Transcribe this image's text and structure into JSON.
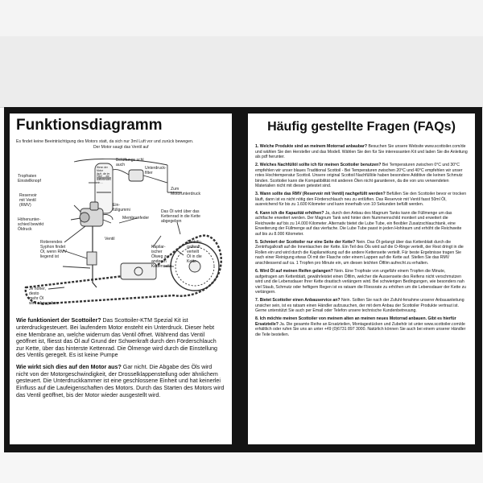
{
  "left_page": {
    "title": "Funktionsdiagramm",
    "intro_note": "Es findet keine Beeinträchtigung des Motors statt, da sich nur 3ml Luft vor und zurück bewegen.",
    "diagram_labels": {
      "motor_saugt": "Der Motor saugt das Ventil auf",
      "tropfraten": "Tropfraten\nEinstellknopf",
      "reservoir": "Reservoir\nmit Ventil\n(RMV)",
      "belueftung": "Belüftungs schl\nauch",
      "unterdruckfilter": "Unterdruck-\nfilter",
      "motorunterdruck": "Zum\nMotorunterdruck",
      "hoehenunterschied": "Höhenunter-\nschied bewirkt\nÖldruck",
      "fuellschlauch": "Ein-\nfüllgummi",
      "membranfeder": "Membranfeder",
      "kettenrad": "Das Öl wird über das\nKettenrad in die Kette\nabgegeben",
      "ventil": "Ventil",
      "syphon": "Rotierendes\nSyphon findet\nÖl, wenn RMV\nliegend ist",
      "kapillar": "Kapilar-\nischer\nÖlweg zur\nanderen\nKettenseite",
      "zentrifugal": "Zentrifu-\ngalkraft\nverteilt\nÖl in die\nKette",
      "je_hoeher": "Je höher,\ndesto\nmehr Öl\nwird abgegeben",
      "tank_side_text": "Wenn der Motor\nläuft, die im\nFilter ... die\nauftretenden\nein ..."
    },
    "section1": {
      "question": "Wie funktioniert der Scottoiler?",
      "answer": "Das Scottoiler-KTM Spezial Kit ist unterdruckgesteuert. Bei laufendem Motor ensteht ein Unterdruck. Dieser hebt eine Membrane an, welche widerrum das Ventil öffnet. Während das Ventil geöffnet ist, fliesst das Öl auf Grund der Schwerkraft durch den Förderschlauch zur Kette, über das hinterste Kettenrad. Die Ölmenge wird durch die Einstellung des Ventils geregelt. Es ist keine Pumpe"
    },
    "section2": {
      "question": "Wie wirkt sich dies auf den Motor aus?",
      "answer": "Gar nicht. Die Abgabe des Öls wird nicht von der Motorgeschwindigkeit, der Drosselklappenstellung oder ähnlichem gesteuert. Die Unterdruckkammer ist eine geschlossene Einheit und hat keinerlei Einfluss auf die Laufeigenschaften des Motors. Durch das Starten des Motors wird das Ventil geöffnet, bis der Motor wieder ausgestellt wird."
    }
  },
  "right_page": {
    "title": "Häufig gestellte Fragen (FAQs)",
    "faqs": [
      {
        "q": "1.  Welche Produkte sind an meinem Motorrad anbaubar?",
        "a": "Besuchen Sie unsere Website www.scottoiler.com/de und wählen Sie den Hersteller und das Modell. Wählen Sie den für Sie interessanten Kit und laden Sie die Anleitung als pdf herunter."
      },
      {
        "q": "2.  Welches Nachfüllöl sollte ich für meinen Scottoiler benutzen?",
        "a": "Bei Temperaturen zwischen 0°C und 30°C empfehlen wir unser blaues Traditional Scottoil - Bei Temperaturen zwischen 20°C und 40°C empfehlen wir unser rotes Hochtemperatur Scottoil. Unsere original Scottoil Nachfüllöle haben besondere Additive die keinen Schmutz binden. Scottoiler kann die Kompatibilität mit anderen Ölen nicht garantieren, da die von uns verwendeten Materialien nicht mit diesen getestet sind."
      },
      {
        "q": "3.  Wann sollte das RMV (Reservoir mit Ventil) nachgefüllt werden?",
        "a": "Befüllen Sie den Scottoiler bevor er trocken läuft, dann ist es nicht nötig den Förderschlauch neu zu entlüften. Das Reservoir mit Ventil fasst 50ml Öl, ausreichend für bis zu 1.600 Kilometer und kann innerhalb von 10 Sekunden befüllt werden."
      },
      {
        "q": "4.  Kann ich die Kapazität erhöhen?",
        "a": "Ja, durch den Anbau des Magnum Tanks kann die Füllmenge um das achtfache erweitert werden. Der Magnum Tank wird hinter dem Nummernschild montiert und erweitert die Reichweite auf bis zu 14.000 Kilometer. Alternativ bietet die Lube Tube, ein flexibler Zusatzschlauchtank, eine Erweiterung der Füllmenge auf das vierfache. Die Lube Tube passt in jeden Hohlraum und erhöht die Reichweite auf bis zu 8.000 Kilometer."
      },
      {
        "q": "5.  Schmiert der Scottoiler nur eine Seite der Kette?",
        "a": "Nein. Das Öl gelangt über das Kettenblatt durch die Zentrifugalkraft auf die Innenlaschen der Kette. Ein Teil des Öls wird auf die O-Ringe verteilt, der Rest dringt in die Rollen ein und wird durch die Kapilarwirkung auf die andere Kettenseite verteilt. Für beste Ergebnisse tragen Sie nach einer Reinigung etwas Öl mit der Flasche oder einem Lappen auf die Kette auf. Stellen Sie das RMV anschliessend auf ca. 1 Tropfen pro Minute ein, um diesen leichten Ölfilm aufrecht zu erhalten."
      },
      {
        "q": "6.  Wird Öl auf meinen Reifen gelangen?",
        "a": "Nein. Eine Tropfrate von ungefähr einem Tropfen die Minute, aufgetragen am Kettenblatt, gewährleistet einen Ölfilm, welcher die Aussenseite des Reifens nicht verschmutzen wird und die Lebensdauer Ihrer Kette drastisch verlängern wird. Bei schwierigen Bedingungen, wie besonders nah viel Staub, Schmutz oder heftigem Regen ist es ratsam die Fliessrate zu erhöhen um die Lebensdauer der Kette zu verlängern."
      },
      {
        "q": "7.  Bietet Scottoiler einen Anbauservice an?",
        "a": "Nein. Sollten Sie nach der Zufuhl-fenahme unserer Anbauanleitung unsicher sein, ist es ratsam einen Händler aufzusuchen, der mit dem Anbau der Scottoiler Produkte vertraut ist. Gerne unterstützt Sie auch per Email oder Telefon unsere technische Kundenbetreuung."
      },
      {
        "q": "8.  Ich möchte meinen Scottoiler von meinem alten an meinen neues Motorrad anbauen. Gibt es hierfür Ersatzteile?",
        "a": "Ja. Die gesamte Reihe an Ersatzteilen, Montagestücken und Zubehör ist unter www.scottoiler.com/de erhältlich oder rufen Sie uns an unter +49 (0)6731 897 3000. Natürlich können Sie auch bei einem unserer Händler die Teile bestellen."
      }
    ]
  }
}
